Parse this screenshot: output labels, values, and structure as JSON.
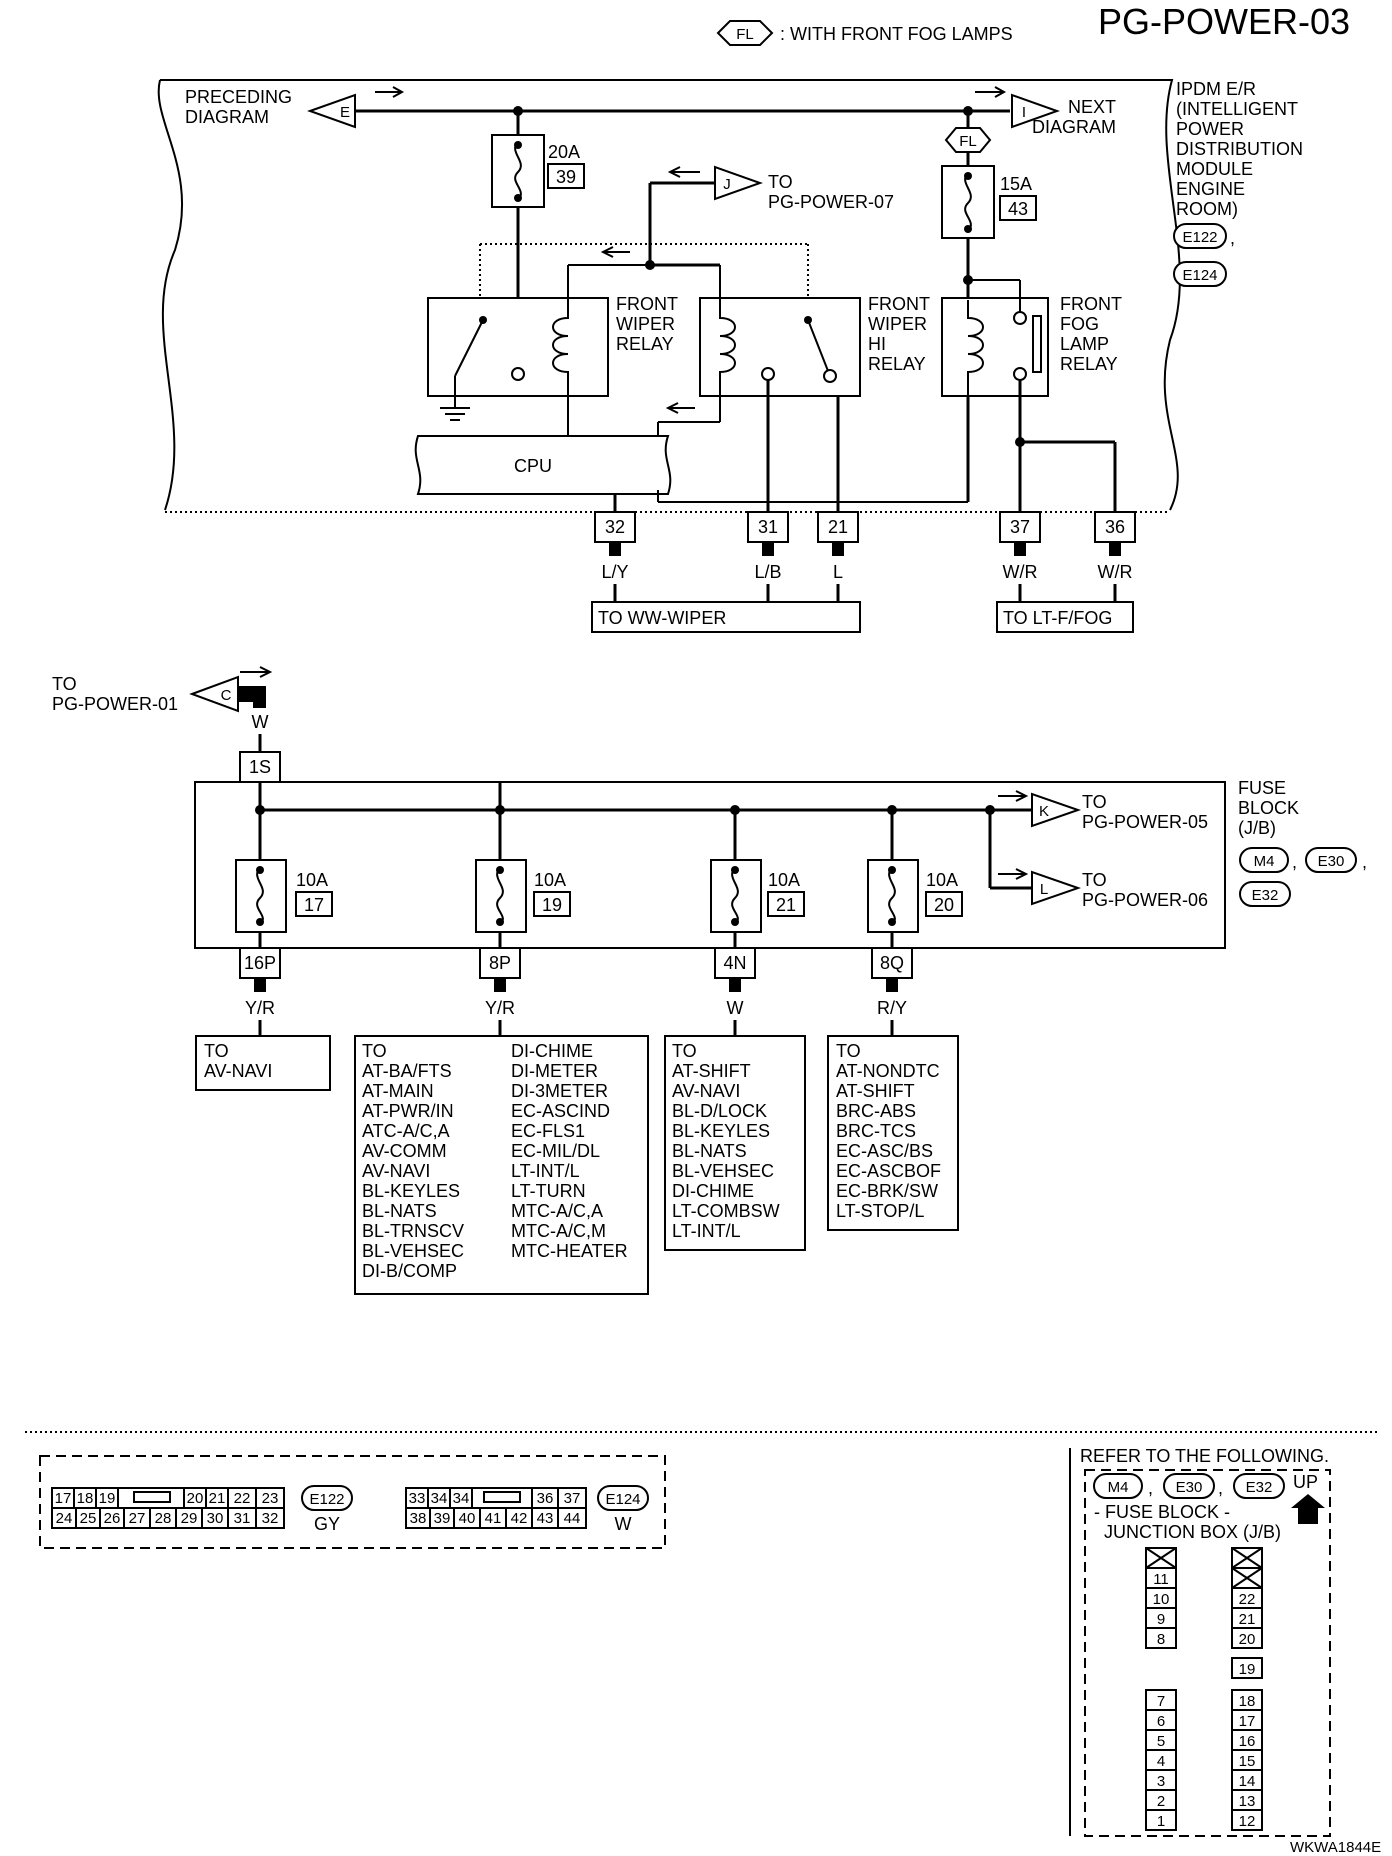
{
  "header": {
    "fl_symbol": "FL",
    "fl_legend": ": WITH FRONT FOG LAMPS",
    "page_title": "PG-POWER-03"
  },
  "ipdm": {
    "label_lines": [
      "IPDM E/R",
      "(INTELLIGENT",
      "POWER",
      "DISTRIBUTION",
      "MODULE",
      "ENGINE",
      "ROOM)"
    ],
    "connector_e122": "E122",
    "connector_e124": "E124",
    "sep": ",",
    "preceding_lines": [
      "PRECEDING",
      "DIAGRAM"
    ],
    "preceding_letter": "E",
    "next_lines": [
      "NEXT",
      "DIAGRAM"
    ],
    "next_letter": "I",
    "fl_marker": "FL",
    "to_j_letter": "J",
    "to_j_lines": [
      "TO",
      "PG-POWER-07"
    ],
    "fuse1": {
      "amp": "20A",
      "num": "39"
    },
    "fuse2": {
      "amp": "15A",
      "num": "43"
    },
    "wiper_relay_lines": [
      "FRONT",
      "WIPER",
      "RELAY"
    ],
    "wiper_hi_relay_lines": [
      "FRONT",
      "WIPER",
      "HI",
      "RELAY"
    ],
    "fog_relay_lines": [
      "FRONT",
      "FOG",
      "LAMP",
      "RELAY"
    ],
    "cpu_label": "CPU",
    "terminals": [
      {
        "num": "32",
        "color": "L/Y"
      },
      {
        "num": "31",
        "color": "L/B"
      },
      {
        "num": "21",
        "color": "L"
      },
      {
        "num": "37",
        "color": "W/R"
      },
      {
        "num": "36",
        "color": "W/R"
      }
    ],
    "to_ww_wiper": "TO WW-WIPER",
    "to_lt_ffog": "TO LT-F/FOG"
  },
  "fuse_block": {
    "to_c_lines": [
      "TO",
      "PG-POWER-01"
    ],
    "c_letter": "C",
    "c_color": "W",
    "conn_1s": "1S",
    "label_lines": [
      "FUSE",
      "BLOCK",
      "(J/B)"
    ],
    "conn_m4": "M4",
    "conn_e30": "E30",
    "conn_e32": "E32",
    "sep": ",",
    "k_letter": "K",
    "k_lines": [
      "TO",
      "PG-POWER-05"
    ],
    "l_letter": "L",
    "l_lines": [
      "TO",
      "PG-POWER-06"
    ],
    "fuses": [
      {
        "amp": "10A",
        "num": "17",
        "conn": "16P",
        "color": "Y/R"
      },
      {
        "amp": "10A",
        "num": "19",
        "conn": "8P",
        "color": "Y/R"
      },
      {
        "amp": "10A",
        "num": "21",
        "conn": "4N",
        "color": "W"
      },
      {
        "amp": "10A",
        "num": "20",
        "conn": "8Q",
        "color": "R/Y"
      }
    ],
    "dest_1": [
      "TO",
      "AV-NAVI"
    ],
    "dest_2_col1": [
      "TO",
      "AT-BA/FTS",
      "AT-MAIN",
      "AT-PWR/IN",
      "ATC-A/C,A",
      "AV-COMM",
      "AV-NAVI",
      "BL-KEYLES",
      "BL-NATS",
      "BL-TRNSCV",
      "BL-VEHSEC",
      "DI-B/COMP"
    ],
    "dest_2_col2": [
      "DI-CHIME",
      "DI-METER",
      "DI-3METER",
      "EC-ASCIND",
      "EC-FLS1",
      "EC-MIL/DL",
      "LT-INT/L",
      "LT-TURN",
      "MTC-A/C,A",
      "MTC-A/C,M",
      "MTC-HEATER"
    ],
    "dest_3": [
      "TO",
      "AT-SHIFT",
      "AV-NAVI",
      "BL-D/LOCK",
      "BL-KEYLES",
      "BL-NATS",
      "BL-VEHSEC",
      "DI-CHIME",
      "LT-COMBSW",
      "LT-INT/L"
    ],
    "dest_4": [
      "TO",
      "AT-NONDTC",
      "AT-SHIFT",
      "BRC-ABS",
      "BRC-TCS",
      "EC-ASC/BS",
      "EC-ASCBOF",
      "EC-BRK/SW",
      "LT-STOP/L"
    ]
  },
  "connectors": {
    "e122_row1": [
      "17",
      "18",
      "19",
      "",
      "20",
      "21",
      "22",
      "23"
    ],
    "e122_row2": [
      "24",
      "25",
      "26",
      "27",
      "28",
      "29",
      "30",
      "31",
      "32"
    ],
    "e122_id": "E122",
    "e122_color": "GY",
    "e124_row1": [
      "33",
      "34",
      "34",
      "",
      "36",
      "37"
    ],
    "e124_row2": [
      "38",
      "39",
      "40",
      "41",
      "42",
      "43",
      "44"
    ],
    "e124_id": "E124",
    "e124_color": "W"
  },
  "reference": {
    "title": "REFER TO THE FOLLOWING.",
    "conn_m4": "M4",
    "conn_e30": "E30",
    "conn_e32": "E32",
    "sep": ",",
    "up": "UP",
    "desc_lines": [
      "- FUSE BLOCK -",
      "JUNCTION BOX (J/B)"
    ],
    "col_left_top": [
      "11",
      "10",
      "9",
      "8"
    ],
    "col_right_top": [
      "22",
      "21",
      "20"
    ],
    "mid": "19",
    "col_left_bottom": [
      "7",
      "6",
      "5",
      "4",
      "3",
      "2",
      "1"
    ],
    "col_right_bottom": [
      "18",
      "17",
      "16",
      "15",
      "14",
      "13",
      "12"
    ]
  },
  "footer_code": "WKWA1844E"
}
